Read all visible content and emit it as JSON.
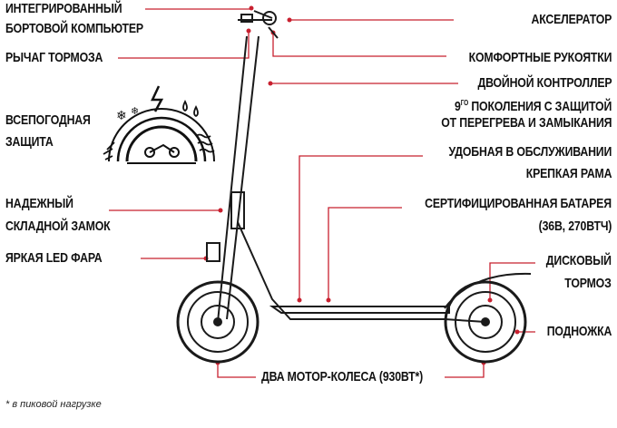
{
  "colors": {
    "accent": "#c8202f",
    "ink": "#1a1a1a"
  },
  "labels": {
    "computer": [
      "ИНТЕГРИРОВАННЫЙ",
      "БОРТОВОЙ КОМПЬЮТЕР"
    ],
    "brake_lever": "РЫЧАГ ТОРМОЗА",
    "weather": [
      "ВСЕПОГОДНАЯ",
      "ЗАЩИТА"
    ],
    "lock": [
      "НАДЕЖНЫЙ",
      "СКЛАДНОЙ ЗАМОК"
    ],
    "led": "ЯРКАЯ LED ФАРА",
    "accelerator": "АКСЕЛЕРАТОР",
    "grips": "КОМФОРТНЫЕ РУКОЯТКИ",
    "controller": {
      "line1": "ДВОЙНОЙ КОНТРОЛЛЕР",
      "gen_num": "9",
      "gen_sup": "ГО",
      "line2_rest": " ПОКОЛЕНИЯ С ЗАЩИТОЙ",
      "line3": "ОТ ПЕРЕГРЕВА И ЗАМЫКАНИЯ"
    },
    "frame": [
      "УДОБНАЯ В ОБСЛУЖИВАНИИ",
      "КРЕПКАЯ РАМА"
    ],
    "battery": [
      "СЕРТИФИЦИРОВАННАЯ БАТАРЕЯ",
      "(36В, 270ВТЧ)"
    ],
    "disc_brake": [
      "ДИСКОВЫЙ",
      "ТОРМОЗ"
    ],
    "kickstand": "ПОДНОЖКА",
    "motors": "ДВА МОТОР-КОЛЕСА (930ВТ*)"
  },
  "footnote": "* в пиковой нагрузке"
}
